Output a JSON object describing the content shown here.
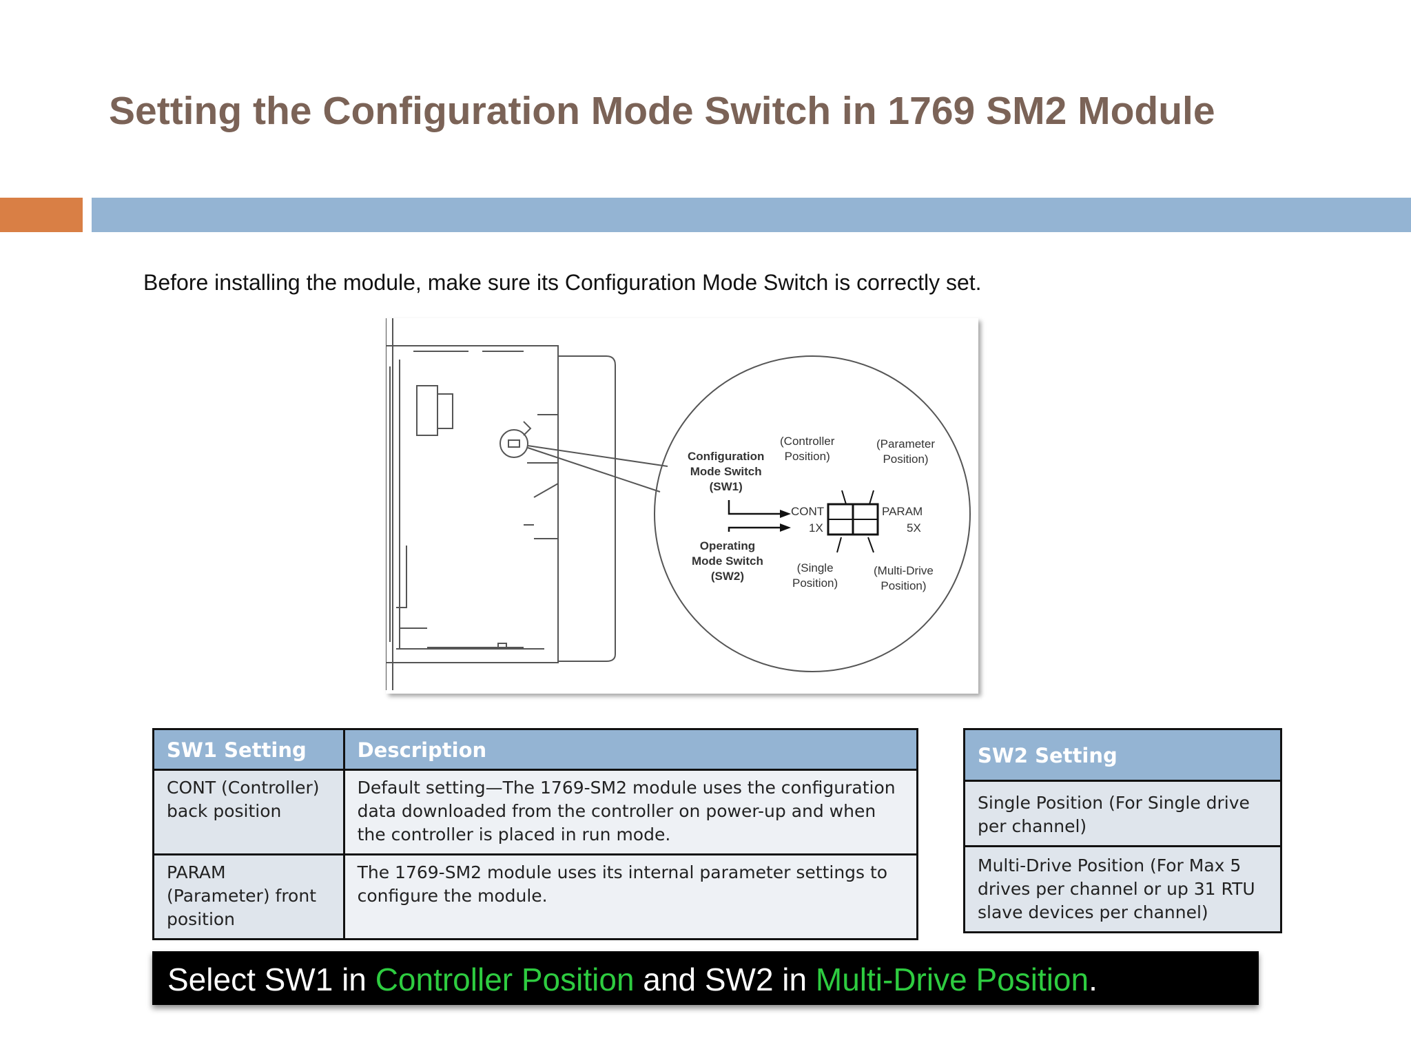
{
  "slide": {
    "title": "Setting the Configuration Mode Switch in 1769 SM2 Module",
    "intro": "Before installing the module, make sure its Configuration Mode Switch is correctly set.",
    "colors": {
      "title": "#7b6357",
      "accent_orange": "#d97f45",
      "accent_blue": "#94b4d3",
      "highlight_green": "#2ecc40"
    }
  },
  "figure": {
    "config_switch_label": [
      "Configuration",
      "Mode Switch",
      "(SW1)"
    ],
    "operating_switch_label": [
      "Operating",
      "Mode Switch",
      "(SW2)"
    ],
    "controller_position": [
      "(Controller",
      "Position)"
    ],
    "parameter_position": [
      "(Parameter",
      "Position)"
    ],
    "single_position": [
      "(Single",
      "Position)"
    ],
    "multidrive_position": [
      "(Multi-Drive",
      "Position)"
    ],
    "cont": "CONT",
    "one_x": "1X",
    "param": "PARAM",
    "five_x": "5X"
  },
  "sw1_table": {
    "headers": [
      "SW1 Setting",
      "Description"
    ],
    "rows": [
      {
        "setting": "CONT (Controller) back position",
        "description": "Default setting—The 1769-SM2 module uses the configuration data downloaded from the controller on power-up and when the controller is placed in run mode."
      },
      {
        "setting": "PARAM (Parameter) front position",
        "description": "The 1769-SM2 module uses its internal parameter settings to configure the module."
      }
    ]
  },
  "sw2_table": {
    "header": "SW2 Setting",
    "rows": [
      "Single Position (For Single drive per channel)",
      "Multi-Drive Position (For Max 5 drives per channel or up 31 RTU slave devices per channel)"
    ]
  },
  "banner": {
    "part1": "Select SW1 in ",
    "highlight1": "Controller Position",
    "part2": " and SW2 in ",
    "highlight2": "Multi-Drive Position",
    "part3": "."
  }
}
